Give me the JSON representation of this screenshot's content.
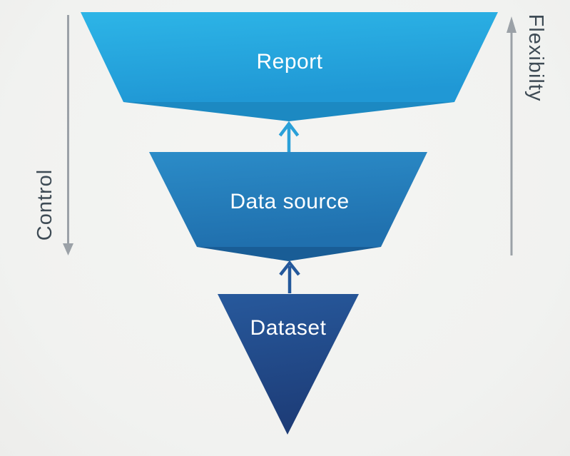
{
  "diagram": {
    "tiers": [
      {
        "label": "Report"
      },
      {
        "label": "Data source"
      },
      {
        "label": "Dataset"
      }
    ],
    "connectors": [
      {
        "icon": "arrow-up-icon",
        "from": "Data source",
        "to": "Report"
      },
      {
        "icon": "arrow-up-icon",
        "from": "Dataset",
        "to": "Data source"
      }
    ],
    "left_axis": {
      "label": "Control",
      "icon": "arrow-down-icon"
    },
    "right_axis": {
      "label": "Flexibilty",
      "icon": "arrow-up-icon"
    },
    "colors": {
      "report_top": "#2db5e7",
      "report_bottom": "#2098d5",
      "report_fold": "#1c89c2",
      "datasource_top": "#2b8cc8",
      "datasource_bottom": "#2070ae",
      "datasource_fold": "#195d96",
      "dataset_top": "#27599c",
      "dataset_bottom": "#1d3c77",
      "arrow_teal": "#2aa0d8",
      "arrow_navy": "#24589b",
      "axis_gray": "#9ba1a7",
      "axis_label": "#3e4b55",
      "tier_text": "#ffffff"
    }
  }
}
